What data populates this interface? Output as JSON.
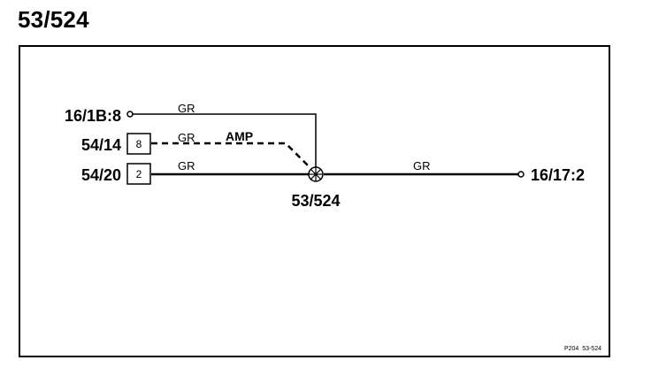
{
  "page_title": "53/524",
  "connector_labels": {
    "top": "16/1B:8",
    "middle": "54/14",
    "bottom": "54/20",
    "right": "16/17:2"
  },
  "pin_numbers": {
    "middle": "8",
    "bottom": "2"
  },
  "wire_colors": {
    "top": "GR",
    "middle": "GR",
    "bottom": "GR",
    "right": "GR"
  },
  "shield_label": "AMP",
  "splice_label": "53/524",
  "footer_code": "P204  53-524"
}
